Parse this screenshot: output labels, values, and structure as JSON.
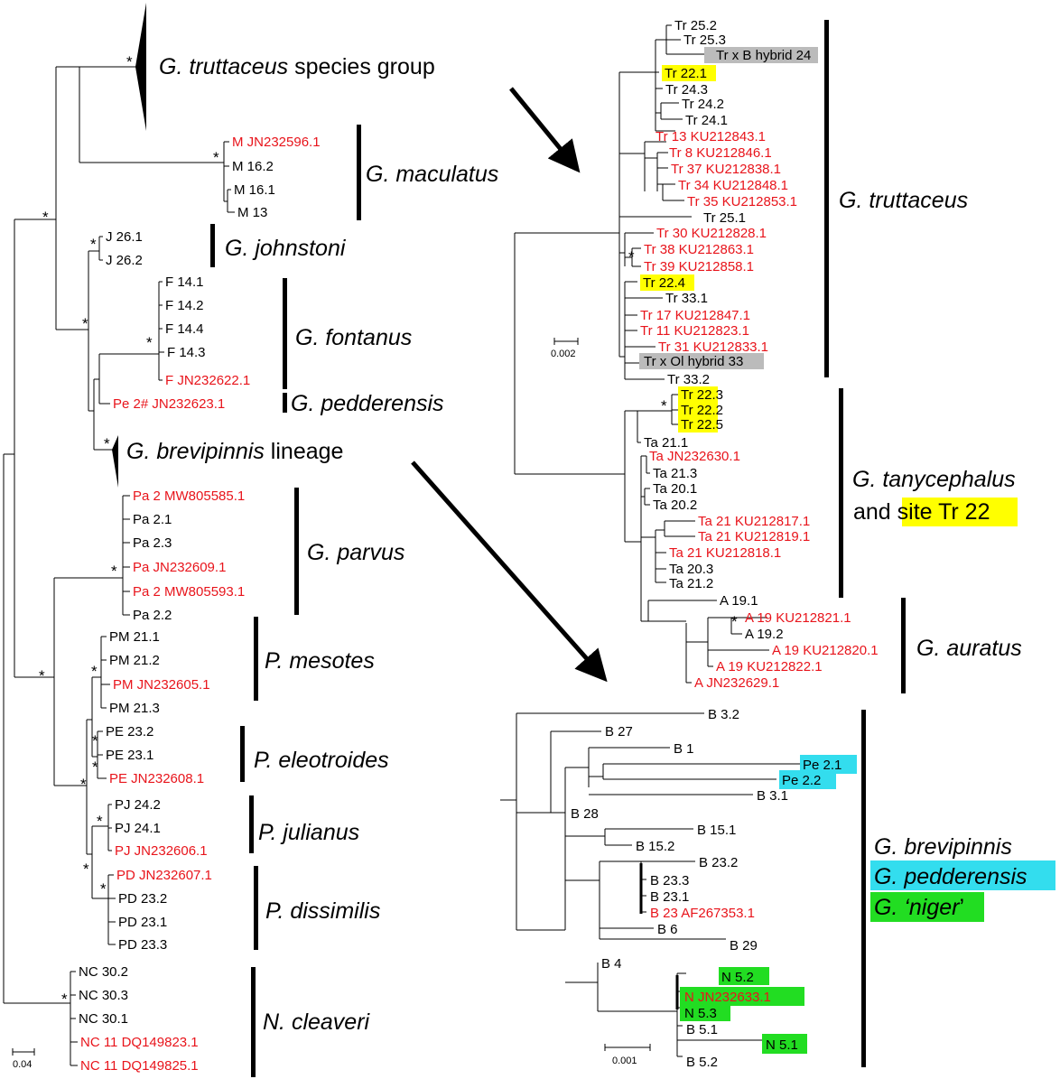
{
  "colors": {
    "black": "#000000",
    "red": "#e8141b",
    "yellow": "#ffff00",
    "gray": "#bbbbbb",
    "cyan": "#33ddee",
    "green": "#22dd22"
  },
  "scale_bars": {
    "main": "0.04",
    "truttaceus": "0.002",
    "brevipinnis": "0.001"
  },
  "main_tree": {
    "tips": [
      {
        "label": "M JN232596.1",
        "color": "red"
      },
      {
        "label": "M 16.2",
        "color": "black"
      },
      {
        "label": "M 16.1",
        "color": "black"
      },
      {
        "label": "M 13",
        "color": "black"
      },
      {
        "label": "J 26.1",
        "color": "black"
      },
      {
        "label": "J 26.2",
        "color": "black"
      },
      {
        "label": "F 14.1",
        "color": "black"
      },
      {
        "label": "F 14.2",
        "color": "black"
      },
      {
        "label": "F 14.4",
        "color": "black"
      },
      {
        "label": "F 14.3",
        "color": "black"
      },
      {
        "label": "F JN232622.1",
        "color": "red"
      },
      {
        "label": "Pe 2# JN232623.1",
        "color": "red"
      },
      {
        "label": "Pa 2 MW805585.1",
        "color": "red"
      },
      {
        "label": "Pa 2.1",
        "color": "black"
      },
      {
        "label": "Pa 2.3",
        "color": "black"
      },
      {
        "label": "Pa JN232609.1",
        "color": "red"
      },
      {
        "label": "Pa 2 MW805593.1",
        "color": "red"
      },
      {
        "label": "Pa 2.2",
        "color": "black"
      },
      {
        "label": "PM 21.1",
        "color": "black"
      },
      {
        "label": "PM 21.2",
        "color": "black"
      },
      {
        "label": "PM JN232605.1",
        "color": "red"
      },
      {
        "label": "PM 21.3",
        "color": "black"
      },
      {
        "label": "PE 23.2",
        "color": "black"
      },
      {
        "label": "PE 23.1",
        "color": "black"
      },
      {
        "label": "PE JN232608.1",
        "color": "red"
      },
      {
        "label": "PJ 24.2",
        "color": "black"
      },
      {
        "label": "PJ 24.1",
        "color": "black"
      },
      {
        "label": "PJ JN232606.1",
        "color": "red"
      },
      {
        "label": "PD JN232607.1",
        "color": "red"
      },
      {
        "label": "PD 23.2",
        "color": "black"
      },
      {
        "label": "PD 23.1",
        "color": "black"
      },
      {
        "label": "PD 23.3",
        "color": "black"
      },
      {
        "label": "NC 30.2",
        "color": "black"
      },
      {
        "label": "NC 30.3",
        "color": "black"
      },
      {
        "label": "NC 30.1",
        "color": "black"
      },
      {
        "label": "NC 11 DQ149823.1",
        "color": "red"
      },
      {
        "label": "NC 11 DQ149825.1",
        "color": "red"
      }
    ],
    "collapsed": [
      {
        "prefix": "G. truttaceus",
        "rest": " species group"
      },
      {
        "prefix": "G. brevipinnis",
        "rest": " lineage"
      }
    ],
    "groups": [
      "G. maculatus",
      "G. johnstoni",
      "G. fontanus",
      "G. pedderensis",
      "G. parvus",
      "P. mesotes",
      "P. eleotroides",
      "P. julianus",
      "P. dissimilis",
      "N. cleaveri"
    ]
  },
  "truttaceus_tree": {
    "tips": [
      {
        "label": "Tr 25.2",
        "color": "black"
      },
      {
        "label": "Tr 25.3",
        "color": "black"
      },
      {
        "label": "Tr x B hybrid 24",
        "color": "black",
        "hl": "gray"
      },
      {
        "label": "Tr 22.1",
        "color": "black",
        "hl": "yellow"
      },
      {
        "label": "Tr 24.3",
        "color": "black"
      },
      {
        "label": "Tr 24.2",
        "color": "black"
      },
      {
        "label": "Tr 24.1",
        "color": "black"
      },
      {
        "label": "Tr 13 KU212843.1",
        "color": "red"
      },
      {
        "label": "Tr 8  KU212846.1",
        "color": "red"
      },
      {
        "label": "Tr 37 KU212838.1",
        "color": "red"
      },
      {
        "label": "Tr 34  KU212848.1",
        "color": "red"
      },
      {
        "label": "Tr 35 KU212853.1",
        "color": "red"
      },
      {
        "label": "Tr 25.1",
        "color": "black"
      },
      {
        "label": "Tr 30 KU212828.1",
        "color": "red"
      },
      {
        "label": "Tr 38 KU212863.1",
        "color": "red"
      },
      {
        "label": "Tr 39 KU212858.1",
        "color": "red"
      },
      {
        "label": "Tr 22.4",
        "color": "black",
        "hl": "yellow"
      },
      {
        "label": "Tr 33.1",
        "color": "black"
      },
      {
        "label": "Tr 17 KU212847.1",
        "color": "red"
      },
      {
        "label": "Tr 11 KU212823.1",
        "color": "red"
      },
      {
        "label": "Tr 31  KU212833.1",
        "color": "red"
      },
      {
        "label": "Tr x Ol hybrid 33",
        "color": "black",
        "hl": "gray"
      },
      {
        "label": "Tr 33.2",
        "color": "black"
      },
      {
        "label": "Tr 22.3",
        "color": "black",
        "hl": "yellow"
      },
      {
        "label": "Tr 22.2",
        "color": "black",
        "hl": "yellow"
      },
      {
        "label": "Tr 22.5",
        "color": "black",
        "hl": "yellow"
      },
      {
        "label": "Ta 21.1",
        "color": "black"
      },
      {
        "label": "Ta JN232630.1",
        "color": "red"
      },
      {
        "label": "Ta 21.3",
        "color": "black"
      },
      {
        "label": "Ta 20.1",
        "color": "black"
      },
      {
        "label": "Ta 20.2",
        "color": "black"
      },
      {
        "label": "Ta 21  KU212817.1",
        "color": "red"
      },
      {
        "label": "Ta 21  KU212819.1",
        "color": "red"
      },
      {
        "label": "Ta 21 KU212818.1",
        "color": "red"
      },
      {
        "label": "Ta 20.3",
        "color": "black"
      },
      {
        "label": "Ta 21.2",
        "color": "black"
      },
      {
        "label": "A 19.1",
        "color": "black"
      },
      {
        "label": "A 19  KU212821.1",
        "color": "red"
      },
      {
        "label": "A 19.2",
        "color": "black"
      },
      {
        "label": "A 19 KU212820.1",
        "color": "red"
      },
      {
        "label": "A 19 KU212822.1",
        "color": "red"
      },
      {
        "label": "A JN232629.1",
        "color": "red"
      }
    ],
    "groups": {
      "truttaceus": "G. truttaceus",
      "tany": "G. tanycephalus",
      "and": "and ",
      "site": "site Tr 22",
      "auratus": "G. auratus"
    }
  },
  "brevipinnis_tree": {
    "tips": [
      {
        "label": "B 3.2",
        "color": "black"
      },
      {
        "label": "B 27",
        "color": "black"
      },
      {
        "label": "B 1",
        "color": "black"
      },
      {
        "label": "Pe 2.1",
        "color": "black",
        "hl": "cyan"
      },
      {
        "label": "Pe 2.2",
        "color": "black",
        "hl": "cyan"
      },
      {
        "label": "B 3.1",
        "color": "black"
      },
      {
        "label": "B 28",
        "color": "black"
      },
      {
        "label": "B 15.1",
        "color": "black"
      },
      {
        "label": "B 15.2",
        "color": "black"
      },
      {
        "label": "B 23.2",
        "color": "black"
      },
      {
        "label": "B 23.3",
        "color": "black"
      },
      {
        "label": "B 23.1",
        "color": "black"
      },
      {
        "label": "B 23 AF267353.1",
        "color": "red"
      },
      {
        "label": "B 6",
        "color": "black"
      },
      {
        "label": "B 29",
        "color": "black"
      },
      {
        "label": "B 4",
        "color": "black"
      },
      {
        "label": "N 5.2",
        "color": "black",
        "hl": "green"
      },
      {
        "label": "N JN232633.1",
        "color": "red",
        "hl": "green"
      },
      {
        "label": "N 5.3",
        "color": "black",
        "hl": "green"
      },
      {
        "label": "B 5.1",
        "color": "black"
      },
      {
        "label": "N 5.1",
        "color": "black",
        "hl": "green"
      },
      {
        "label": "B 5.2",
        "color": "black"
      }
    ],
    "groups": {
      "brevipinnis": "G. brevipinnis",
      "pedderensis": "G. pedderensis",
      "niger_pre": "G. ‘",
      "niger_it": "niger",
      "niger_post": "’"
    }
  },
  "stars": [
    "*",
    "*",
    "*",
    "*",
    "*",
    "*",
    "*",
    "*",
    "*",
    "*",
    "*",
    "*",
    "*",
    "*",
    "*",
    "*",
    "*",
    "*",
    "*"
  ]
}
